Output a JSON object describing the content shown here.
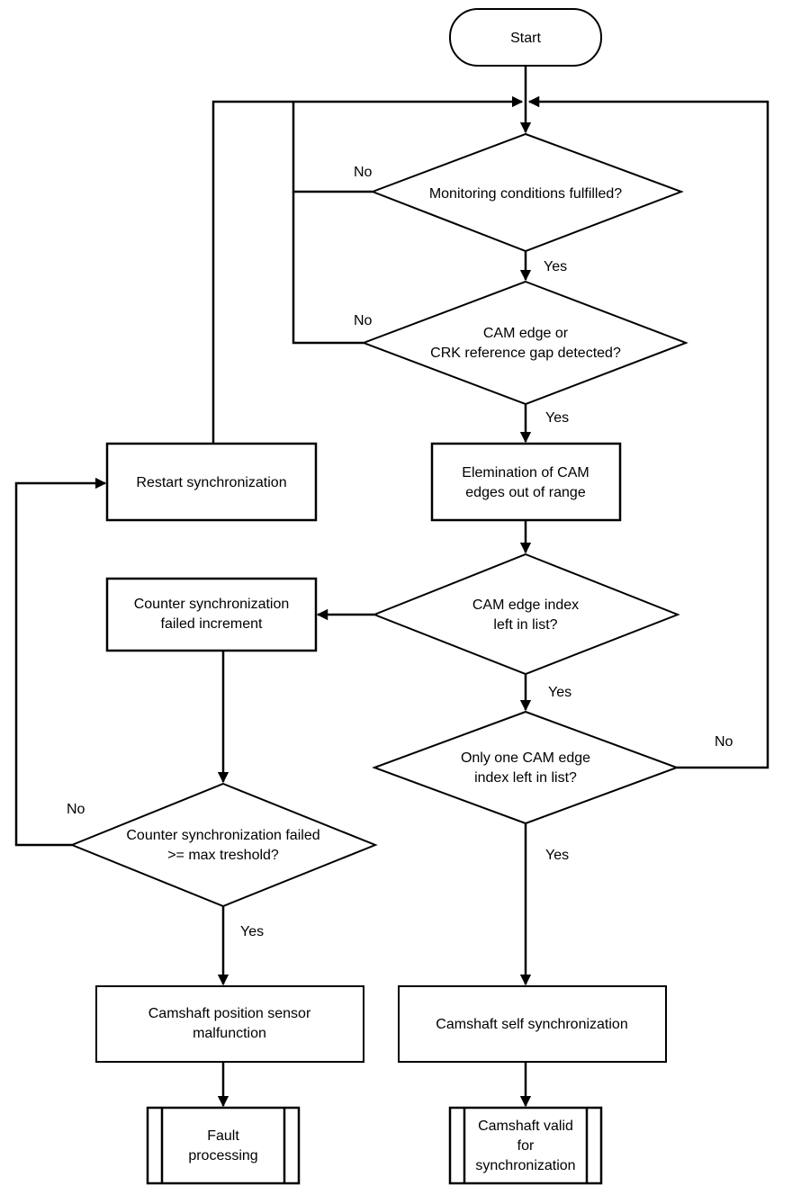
{
  "nodes": {
    "start": "Start",
    "monitoring": "Monitoring conditions fulfilled?",
    "cam_edge_1": "CAM edge or",
    "cam_edge_2": "CRK reference gap detected?",
    "elimination_1": "Elemination of CAM",
    "elimination_2": "edges out of range",
    "index_left_1": "CAM edge index",
    "index_left_2": "left in list?",
    "only_one_1": "Only one CAM edge",
    "only_one_2": "index left in list?",
    "restart": "Restart synchronization",
    "counter_inc_1": "Counter synchronization",
    "counter_inc_2": "failed increment",
    "counter_max_1": "Counter synchronization failed",
    "counter_max_2": ">= max treshold?",
    "sensor_1": "Camshaft position sensor",
    "sensor_2": "malfunction",
    "self_sync": "Camshaft self synchronization",
    "fault_1": "Fault",
    "fault_2": "processing",
    "valid_1": "Camshaft valid",
    "valid_2": "for",
    "valid_3": "synchronization"
  },
  "labels": {
    "yes": "Yes",
    "no": "No"
  }
}
